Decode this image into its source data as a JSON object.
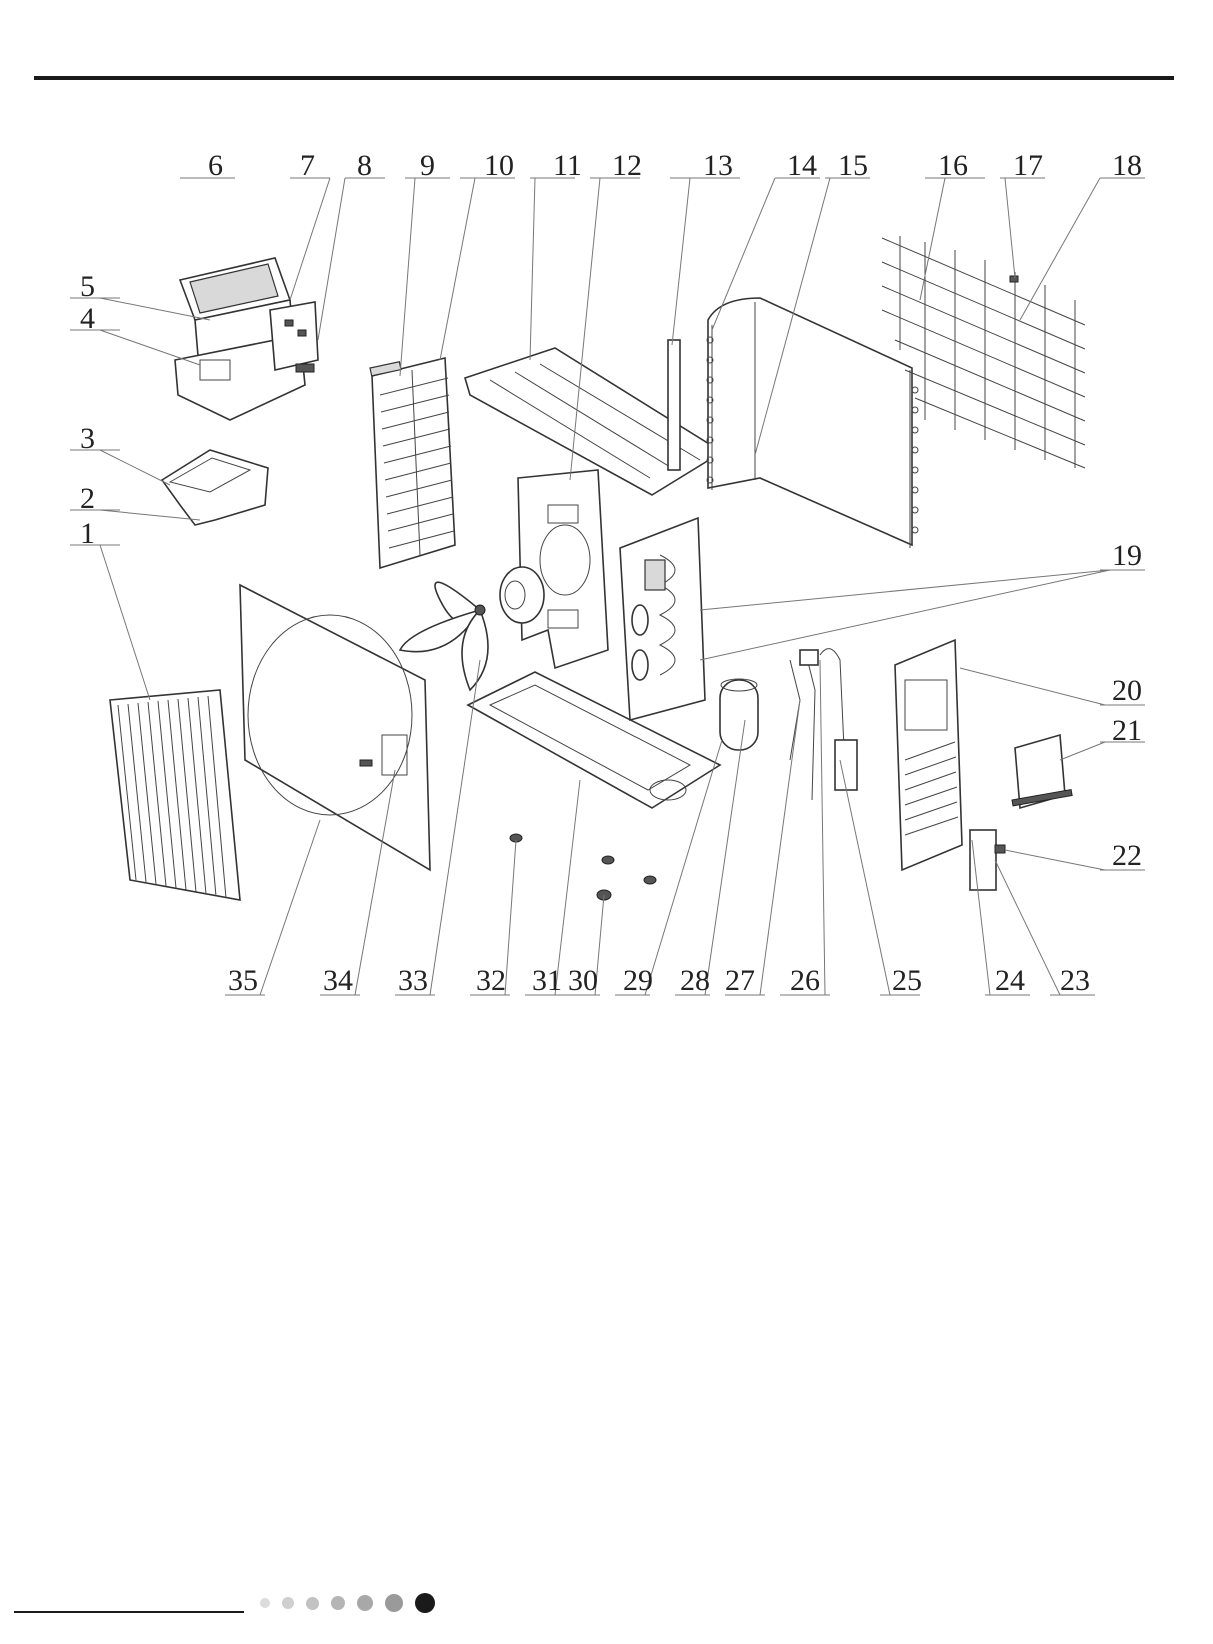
{
  "part_labels": [
    "1",
    "2",
    "3",
    "4",
    "5",
    "6",
    "7",
    "8",
    "9",
    "10",
    "11",
    "12",
    "13",
    "14",
    "15",
    "16",
    "17",
    "18",
    "19",
    "20",
    "21",
    "22",
    "23",
    "24",
    "25",
    "26",
    "27",
    "28",
    "29",
    "30",
    "31",
    "32",
    "33",
    "34",
    "35"
  ],
  "page_dots": [
    {
      "color": "#dcdcdc"
    },
    {
      "color": "#cfcfcf"
    },
    {
      "color": "#c2c2c2"
    },
    {
      "color": "#b5b5b5"
    },
    {
      "color": "#a8a8a8"
    },
    {
      "color": "#9a9a9a"
    },
    {
      "color": "#1a1a1a"
    }
  ]
}
